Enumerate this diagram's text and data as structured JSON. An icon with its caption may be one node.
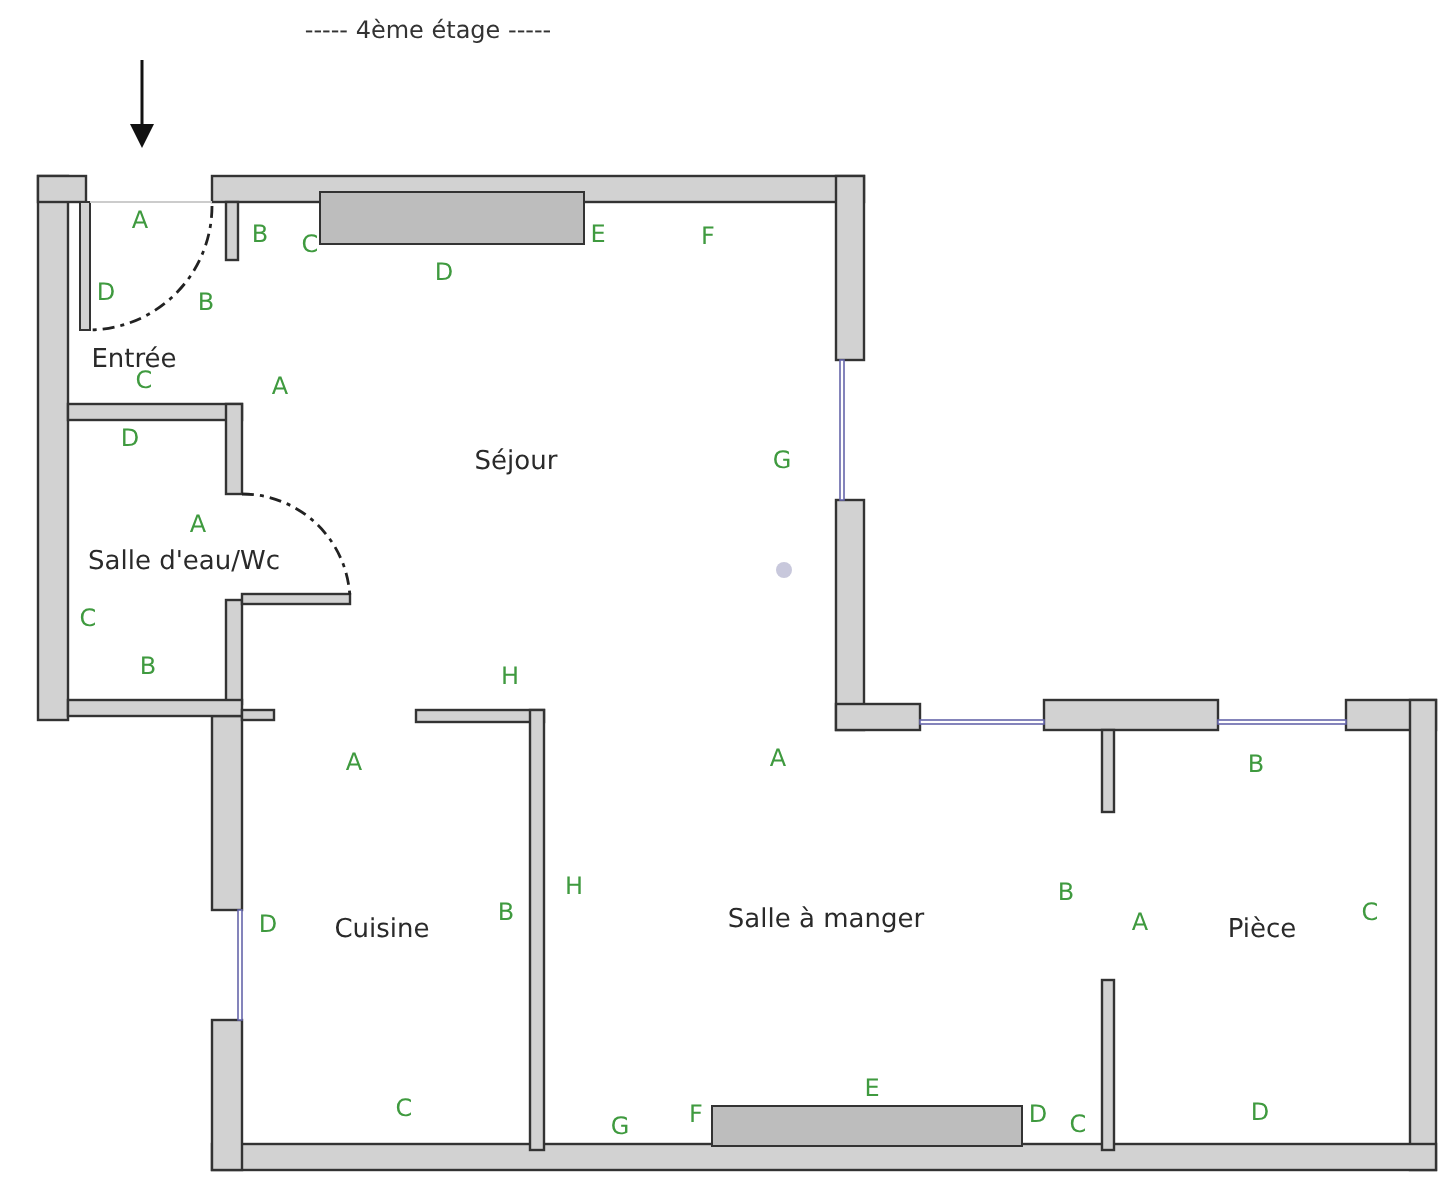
{
  "diagram": {
    "title": "----- 4ème étage -----",
    "labels": [
      "A",
      "B",
      "C",
      "D",
      "E",
      "F",
      "D",
      "B",
      "Entrée",
      "C",
      "A",
      "D",
      "Séjour",
      "G",
      "A",
      "Salle d'eau/Wc",
      "C",
      "B",
      "H",
      "A",
      "A",
      "B",
      "H",
      "B",
      "B",
      "D",
      "Cuisine",
      "Salle à manger",
      "A",
      "Pièce",
      "C",
      "E",
      "C",
      "F",
      "G",
      "D",
      "C",
      "D"
    ]
  }
}
